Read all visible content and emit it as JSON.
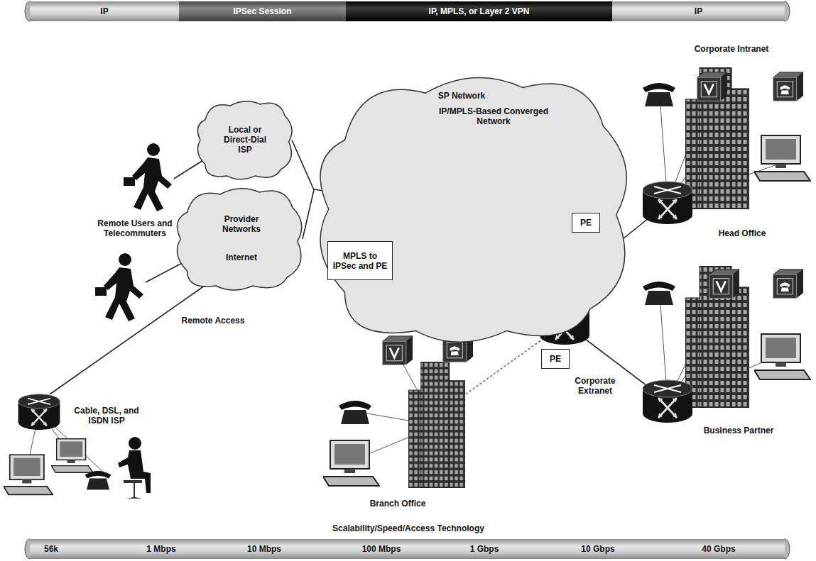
{
  "diagram": {
    "nodes": [
      {
        "text": [
          "IP"
        ]
      },
      {
        "text": [
          "IPSec Session"
        ]
      },
      {
        "text": [
          "IP, MPLS, or Layer 2 VPN"
        ]
      },
      {
        "text": [
          "IP"
        ]
      },
      {
        "text": [
          "SP Network",
          "IP/MPLS-Based Converged Network"
        ]
      },
      {
        "text": [
          "Local or Direct-Dial ISP"
        ]
      },
      {
        "text": [
          "PE"
        ],
        "in": 4
      },
      {
        "text": [
          "Provider Networks",
          "Internet"
        ]
      },
      {
        "text": [
          "MPLS to IPSec and PE"
        ],
        "in": 4
      },
      {
        "text": [
          "PE"
        ]
      },
      {
        "text": [
          "56k",
          "1 Mbps",
          "10 Mbps",
          "100 Mbps",
          "1 Gbps",
          "10 Gbps",
          "40 Gbps"
        ]
      }
    ],
    "edges": [
      {
        "from": 5,
        "to": 4,
        "arrow": "none"
      },
      {
        "from": 7,
        "to": 4,
        "arrow": "none"
      }
    ],
    "labels": [
      "Corporate Intranet",
      "Remote Users and Telecommuters",
      "Head Office",
      "Remote Access",
      "Cable, DSL, and ISDN ISP",
      "Corporate Extranet",
      "Business Partner",
      "Branch Office",
      "Scalability/Speed/Access Technology"
    ]
  }
}
